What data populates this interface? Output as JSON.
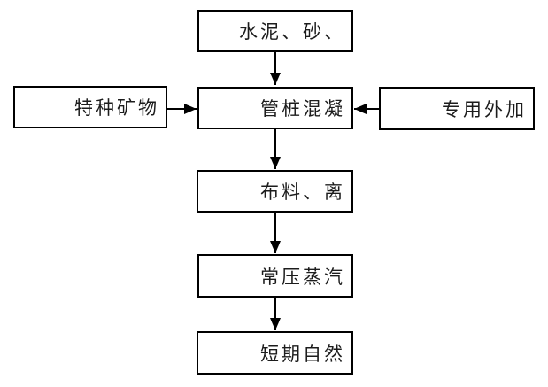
{
  "diagram": {
    "type": "flowchart",
    "background_color": "#ffffff",
    "line_color": "#000000",
    "box_border_color": "#000000",
    "box_fill_color": "#ffffff",
    "text_color": "#1c1c1c",
    "nodes": [
      {
        "id": "materials",
        "label": "水泥、砂、"
      },
      {
        "id": "minerals",
        "label": "特种矿物"
      },
      {
        "id": "concrete",
        "label": "管桩混凝"
      },
      {
        "id": "admixture",
        "label": "专用外加"
      },
      {
        "id": "distribution",
        "label": "布料、离"
      },
      {
        "id": "steam",
        "label": "常压蒸汽"
      },
      {
        "id": "natural",
        "label": "短期自然"
      }
    ],
    "edges": [
      {
        "from": "materials",
        "to": "concrete",
        "direction": "down"
      },
      {
        "from": "minerals",
        "to": "concrete",
        "direction": "right"
      },
      {
        "from": "admixture",
        "to": "concrete",
        "direction": "left"
      },
      {
        "from": "concrete",
        "to": "distribution",
        "direction": "down"
      },
      {
        "from": "distribution",
        "to": "steam",
        "direction": "down"
      },
      {
        "from": "steam",
        "to": "natural",
        "direction": "down"
      }
    ]
  }
}
